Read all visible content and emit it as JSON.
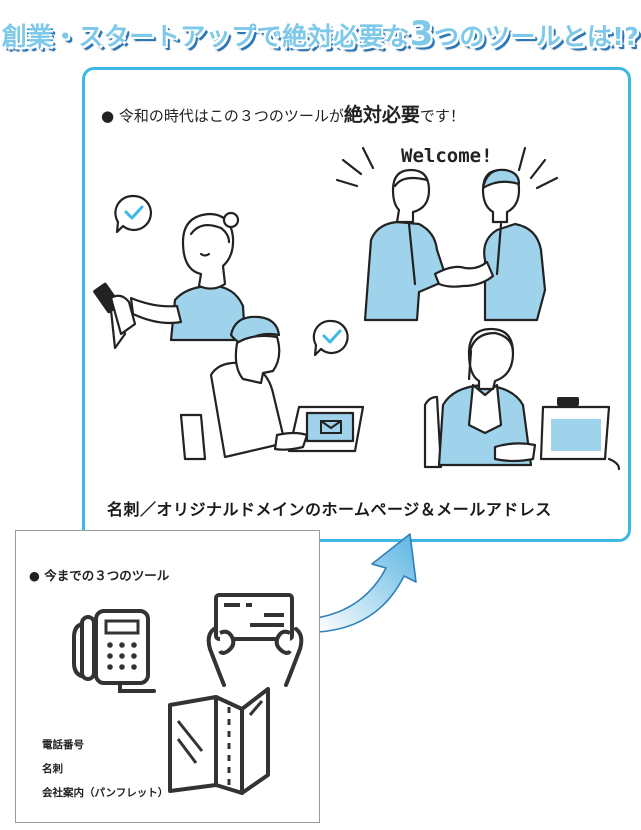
{
  "headline": {
    "prefix": "創業・スタートアップで絶対必要な",
    "number": "3",
    "suffix": "つのツールとは!?"
  },
  "new_tools": {
    "heading_prefix": "● 令和の時代はこの３つのツールが",
    "heading_emphasis": "絶対必要",
    "heading_suffix": "です！",
    "welcome_text": "Welcome!",
    "caption": "名刺／オリジナルドメインのホームページ＆メールアドレス"
  },
  "old_tools": {
    "heading": "● 今までの３つのツール",
    "items": [
      "電話番号",
      "名刺",
      "会社案内（パンフレット）"
    ]
  },
  "colors": {
    "accent_blue": "#3cb9e4",
    "illustration_blue": "#9fd3eb",
    "headline_blue": "#7ec8ea",
    "headline_shadow": "#2b77b7"
  }
}
